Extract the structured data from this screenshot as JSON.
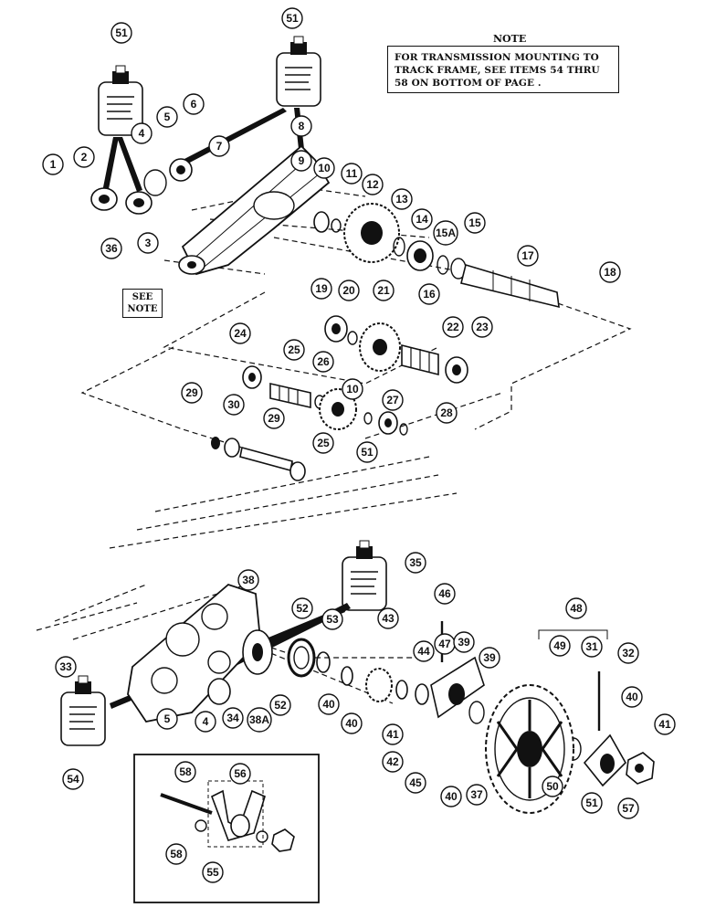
{
  "note": {
    "title": "NOTE",
    "text": "FOR TRANSMISSION MOUNTING TO TRACK FRAME, SEE ITEMS 54 THRU 58 ON BOTTOM OF PAGE ."
  },
  "see_note": "SEE NOTE",
  "callouts": [
    "51",
    "51",
    "1",
    "2",
    "36",
    "3",
    "4",
    "5",
    "6",
    "7",
    "8",
    "9",
    "10",
    "11",
    "12",
    "13",
    "14",
    "15A",
    "15",
    "16",
    "17",
    "18",
    "19",
    "20",
    "21",
    "22",
    "23",
    "24",
    "25",
    "26",
    "10",
    "27",
    "28",
    "29",
    "30",
    "29",
    "25",
    "51",
    "35",
    "38",
    "52",
    "53",
    "43",
    "46",
    "47",
    "48",
    "49",
    "31",
    "32",
    "33",
    "5",
    "4",
    "34",
    "38A",
    "52",
    "40",
    "44",
    "39",
    "39",
    "40",
    "41",
    "42",
    "45",
    "40",
    "37",
    "40",
    "41",
    "50",
    "51",
    "57",
    "54",
    "58",
    "56",
    "58",
    "55"
  ],
  "colors": {
    "ink": "#111111",
    "paper": "#ffffff"
  }
}
